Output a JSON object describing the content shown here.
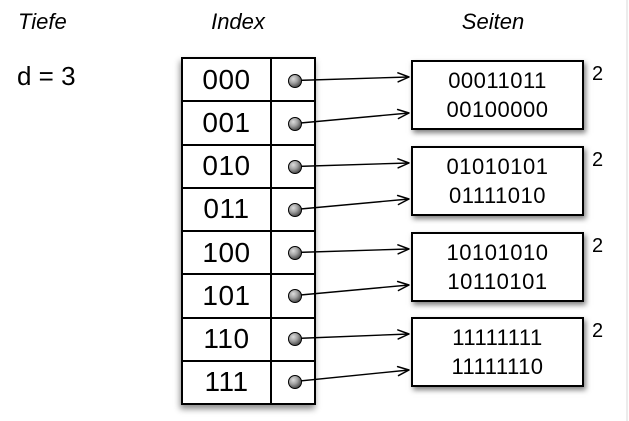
{
  "headers": {
    "tiefe": "Tiefe",
    "index": "Index",
    "seiten": "Seiten"
  },
  "depth": {
    "label": "d = 3"
  },
  "index_table": {
    "entries": [
      {
        "bits": "000",
        "page": 0,
        "slot": 0
      },
      {
        "bits": "001",
        "page": 0,
        "slot": 1
      },
      {
        "bits": "010",
        "page": 1,
        "slot": 0
      },
      {
        "bits": "011",
        "page": 1,
        "slot": 1
      },
      {
        "bits": "100",
        "page": 2,
        "slot": 0
      },
      {
        "bits": "101",
        "page": 2,
        "slot": 1
      },
      {
        "bits": "110",
        "page": 3,
        "slot": 0
      },
      {
        "bits": "111",
        "page": 3,
        "slot": 1
      }
    ]
  },
  "pages": [
    {
      "entries": [
        "00011011",
        "00100000"
      ],
      "local_depth": "2"
    },
    {
      "entries": [
        "01010101",
        "01111010"
      ],
      "local_depth": "2"
    },
    {
      "entries": [
        "10101010",
        "10110101"
      ],
      "local_depth": "2"
    },
    {
      "entries": [
        "11111111",
        "11111110"
      ],
      "local_depth": "2"
    }
  ],
  "colors": {
    "stroke": "#000000",
    "background": "#ffffff",
    "shadow": "rgba(0,0,0,0.5)",
    "dot_highlight": "#dcdcdc",
    "dot_dark": "#161616"
  }
}
